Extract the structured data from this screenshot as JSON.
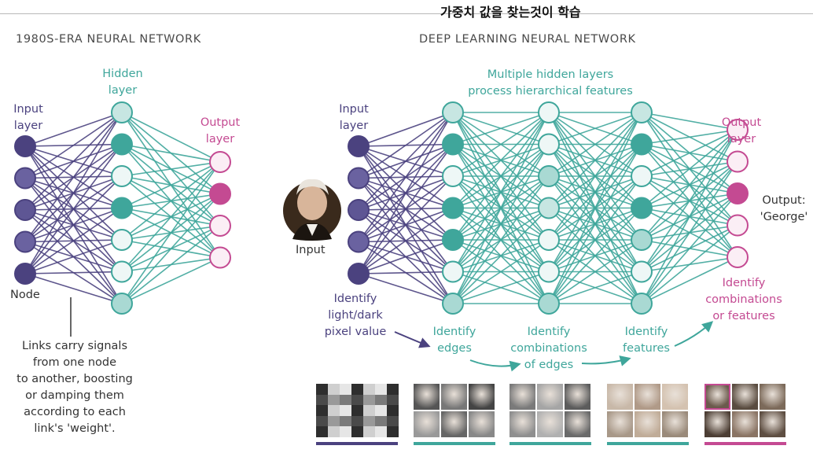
{
  "korean_title": "가중치 값을 찾는것이 학습",
  "left_panel": {
    "title": "1980S-ERA NEURAL NETWORK",
    "input_label": [
      "Input",
      "layer"
    ],
    "hidden_label": [
      "Hidden",
      "layer"
    ],
    "output_label": [
      "Output",
      "layer"
    ],
    "node_label": "Node",
    "links_note": [
      "Links carry signals",
      "from one node",
      "to another, boosting",
      "or damping them",
      "according to each",
      "link's 'weight'."
    ]
  },
  "right_panel": {
    "title": "DEEP LEARNING NEURAL NETWORK",
    "hidden_caption": [
      "Multiple hidden layers",
      "process hierarchical features"
    ],
    "input_label": [
      "Input",
      "layer"
    ],
    "output_label": [
      "Output",
      "layer"
    ],
    "photo_caption": "Input",
    "output_value": [
      "Output:",
      "'George'"
    ],
    "identify_pixel": [
      "Identify",
      "light/dark",
      "pixel value"
    ],
    "identify_edges": [
      "Identify",
      "edges"
    ],
    "identify_combos_edges": [
      "Identify",
      "combinations",
      "of edges"
    ],
    "identify_features": [
      "Identify",
      "features"
    ],
    "identify_combos_features": [
      "Identify",
      "combinations",
      "or features"
    ]
  },
  "colors": {
    "purple": "#4b427f",
    "teal": "#3fa69b",
    "pink": "#c44a92"
  },
  "icons": [
    "portrait-photo",
    "arrow-curved-icon"
  ]
}
